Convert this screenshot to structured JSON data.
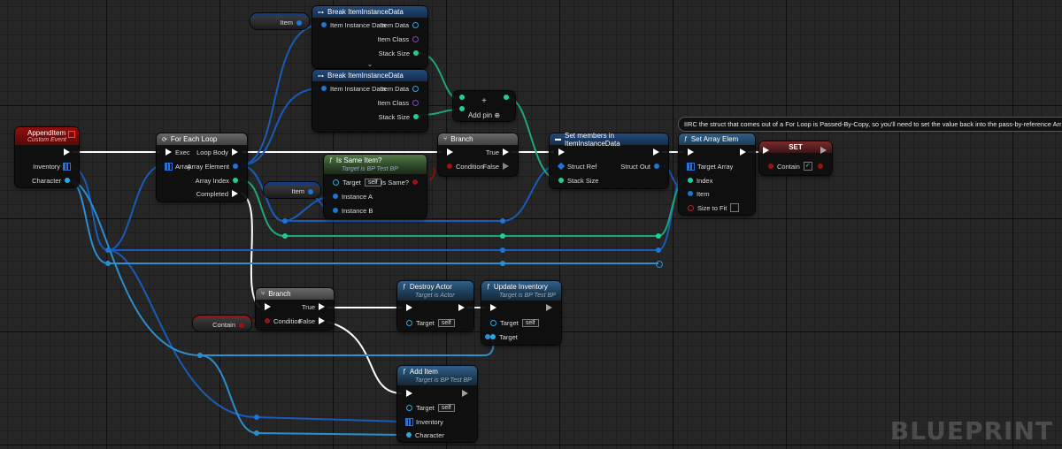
{
  "watermark": "BLUEPRINT",
  "colors": {
    "exec": "#ffffff",
    "struct": "#1f74d8",
    "int": "#1fcf98",
    "bool": "#9a1212",
    "object": "#2aa9e0",
    "wire_struct": "#1a5ab8",
    "wire_int": "#1fa77a"
  },
  "comment": "IIRC the struct that comes out of a For Loop is Passed-By-Copy, so you'll need to set the value back into the pass-by-reference Array.",
  "nodes": {
    "append_item": {
      "title": "AppendItem",
      "subtitle": "Custom Event",
      "pins": {
        "inventory": "Inventory",
        "character": "Character"
      }
    },
    "for_each": {
      "title": "For Each Loop",
      "pins": {
        "exec": "Exec",
        "array": "Array",
        "loop_body": "Loop Body",
        "array_element": "Array Element",
        "array_index": "Array Index",
        "completed": "Completed"
      }
    },
    "break_1": {
      "title": "Break ItemInstanceData",
      "pins": {
        "in": "Item Instance Data",
        "item_data": "Item Data",
        "item_class": "Item Class",
        "stack_size": "Stack Size"
      }
    },
    "break_2": {
      "title": "Break ItemInstanceData",
      "pins": {
        "in": "Item Instance Data",
        "item_data": "Item Data",
        "item_class": "Item Class",
        "stack_size": "Stack Size"
      }
    },
    "add_node": {
      "label": "Add pin"
    },
    "is_same": {
      "title": "Is Same Item?",
      "subtitle": "Target is BP Test BP",
      "pins": {
        "target": "Target",
        "self": "self",
        "a": "Instance A",
        "b": "Instance B",
        "out": "Is Same?"
      }
    },
    "branch_1": {
      "title": "Branch",
      "pins": {
        "condition": "Condition",
        "true": "True",
        "false": "False"
      }
    },
    "set_members": {
      "title": "Set members in ItemInstanceData",
      "pins": {
        "struct_ref": "Struct Ref",
        "stack_size": "Stack Size",
        "struct_out": "Struct Out"
      }
    },
    "set_array": {
      "title": "Set Array Elem",
      "pins": {
        "target_array": "Target Array",
        "index": "Index",
        "item": "Item",
        "size_to_fit": "Size to Fit"
      }
    },
    "set_var": {
      "title": "SET",
      "pins": {
        "contain": "Contain"
      }
    },
    "branch_2": {
      "title": "Branch",
      "pins": {
        "condition": "Condition",
        "true": "True",
        "false": "False"
      }
    },
    "destroy_actor": {
      "title": "Destroy Actor",
      "subtitle": "Target is Actor",
      "pins": {
        "target": "Target",
        "self": "self"
      }
    },
    "update_inventory": {
      "title": "Update Inventory",
      "subtitle": "Target is BP Test BP",
      "pins": {
        "target": "Target",
        "self": "self",
        "target2": "Target"
      }
    },
    "add_item": {
      "title": "Add Item",
      "subtitle": "Target is BP Test BP",
      "pins": {
        "target": "Target",
        "self": "self",
        "inventory": "Inventory",
        "character": "Character"
      }
    }
  },
  "variables": {
    "item_top": "Item",
    "item_mid": "Item",
    "contain": "Contain"
  }
}
